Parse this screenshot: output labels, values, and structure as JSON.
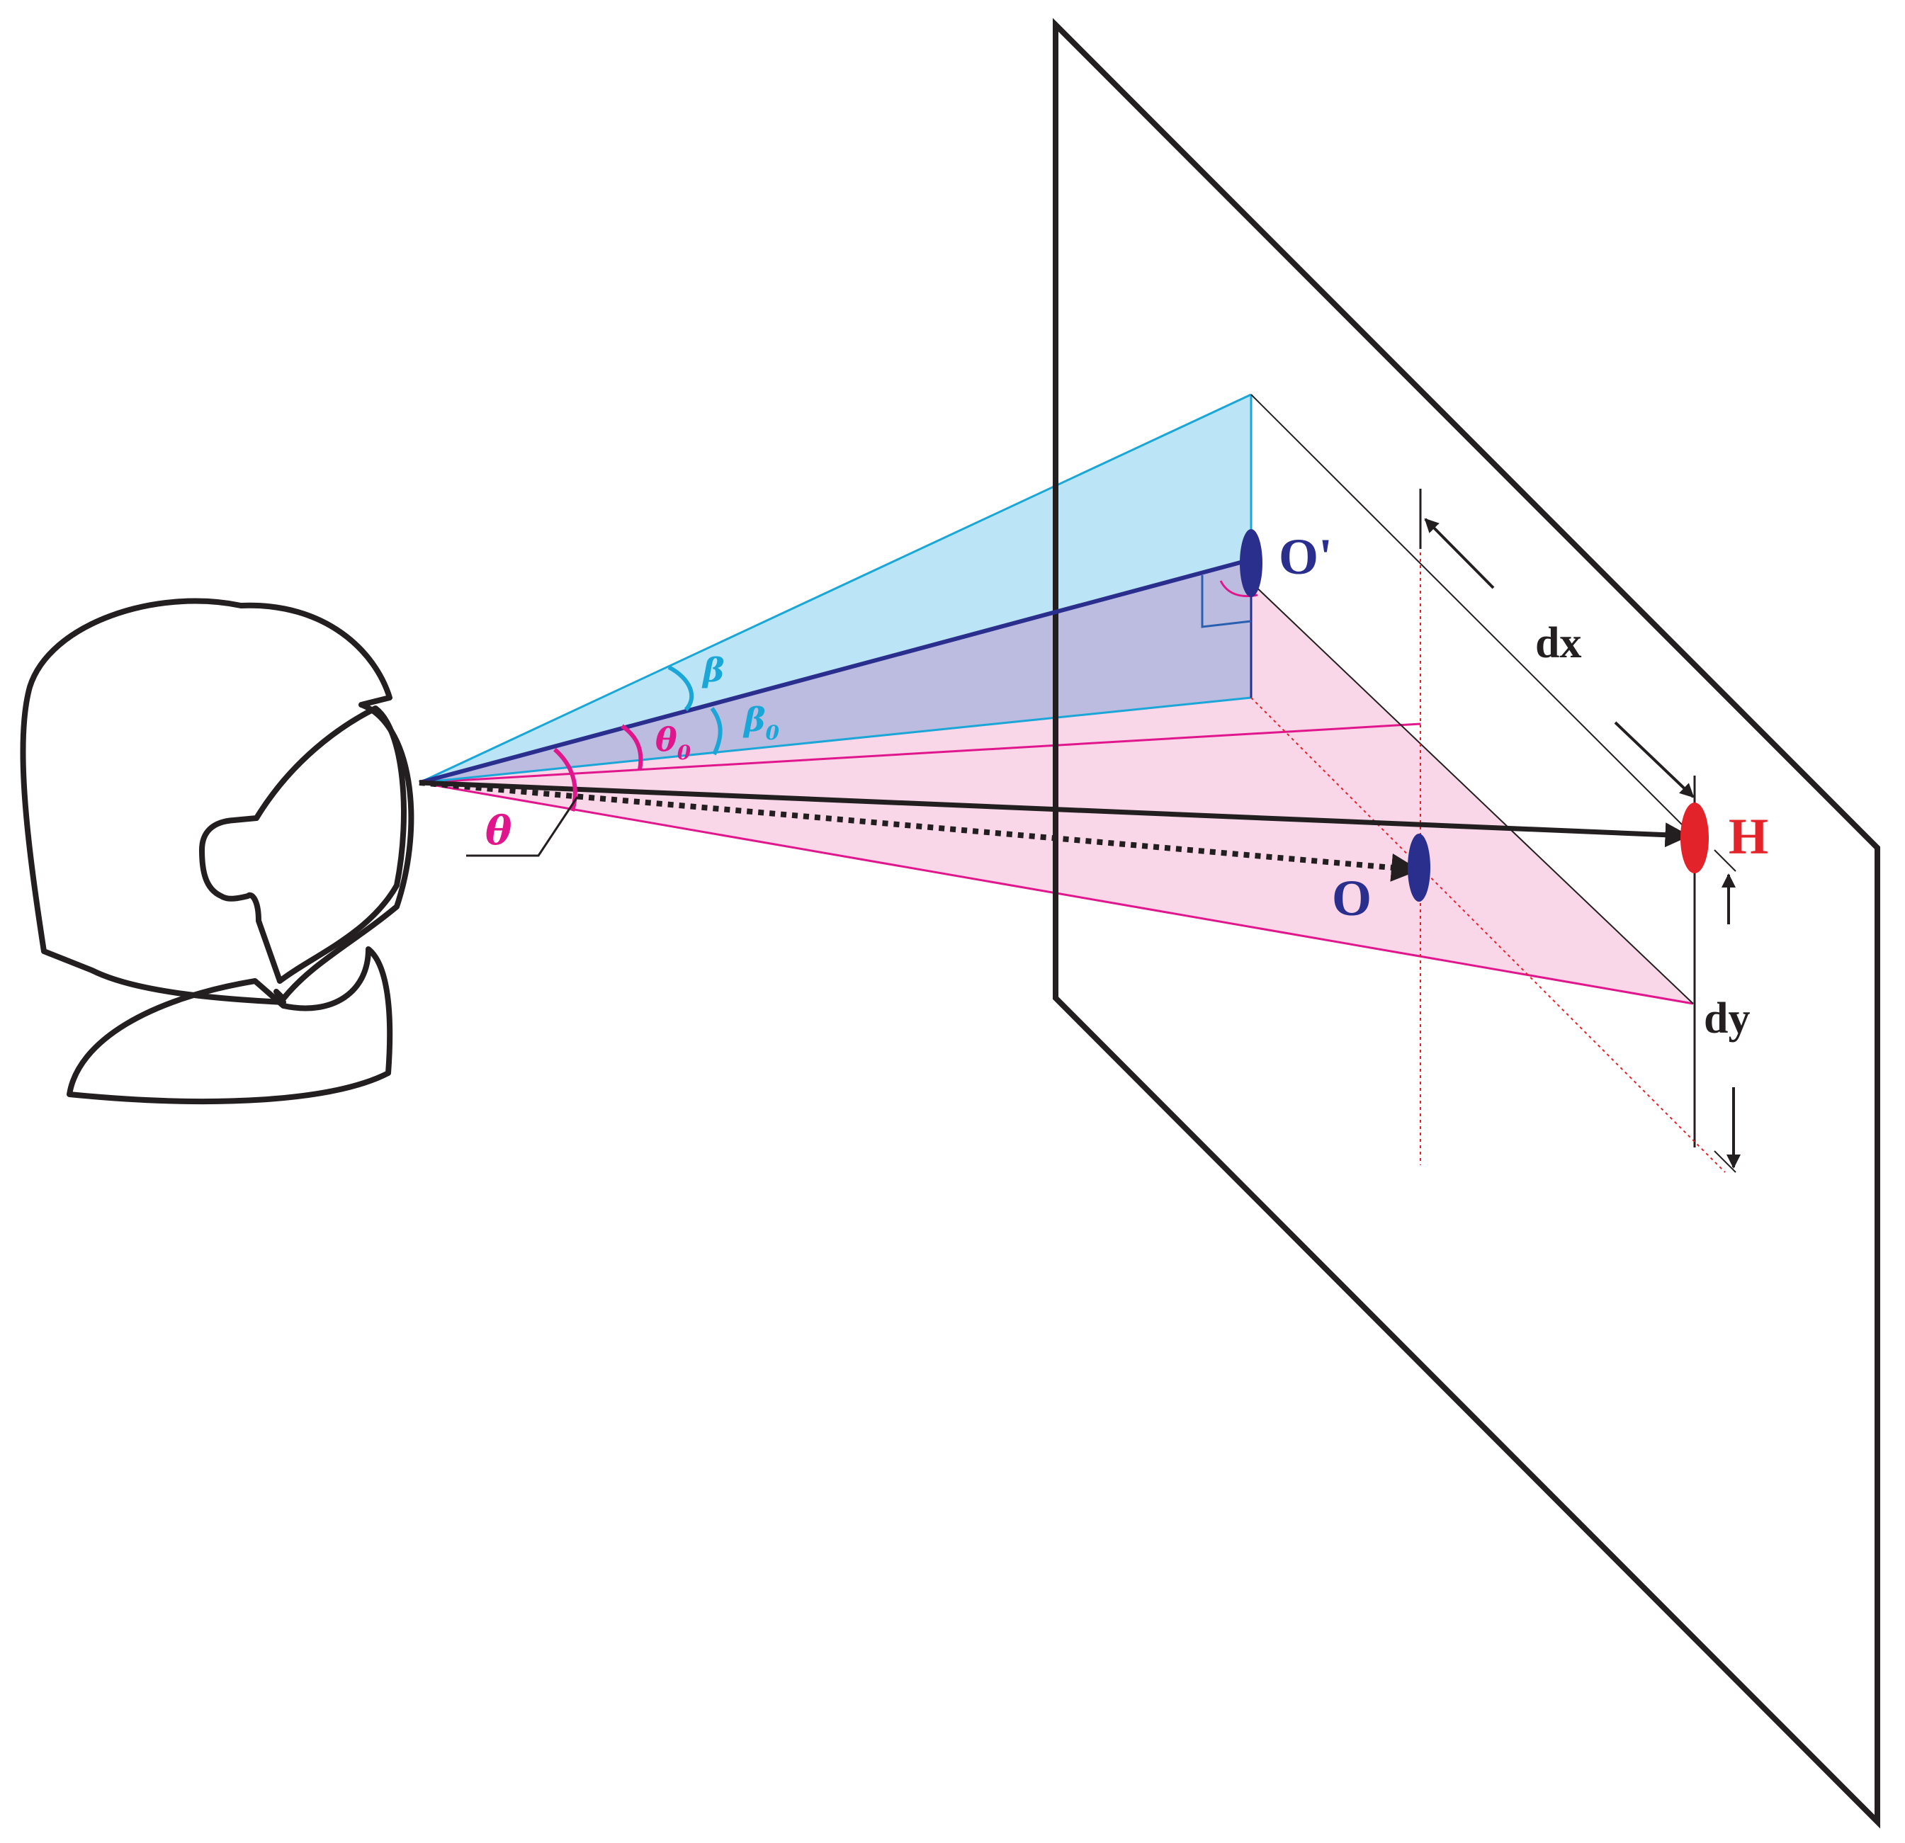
{
  "labels": {
    "o_prime": "O'",
    "o": "O",
    "h": "H",
    "dx": "dx",
    "dy": "dy",
    "beta": "β",
    "beta0_symbol": "β",
    "beta0_sub": "0",
    "theta0_symbol": "θ",
    "theta0_sub": "0",
    "theta": "θ"
  },
  "colors": {
    "outline": "#231f20",
    "blue_fill": "#b7e4f6",
    "blue_line": "#1aa6d6",
    "overlap_fill": "#bcbce0",
    "pink_fill": "#f8d2e6",
    "pink_line": "#e0168c",
    "dark_blue": "#2a2f8e",
    "red": "#e3232a"
  }
}
